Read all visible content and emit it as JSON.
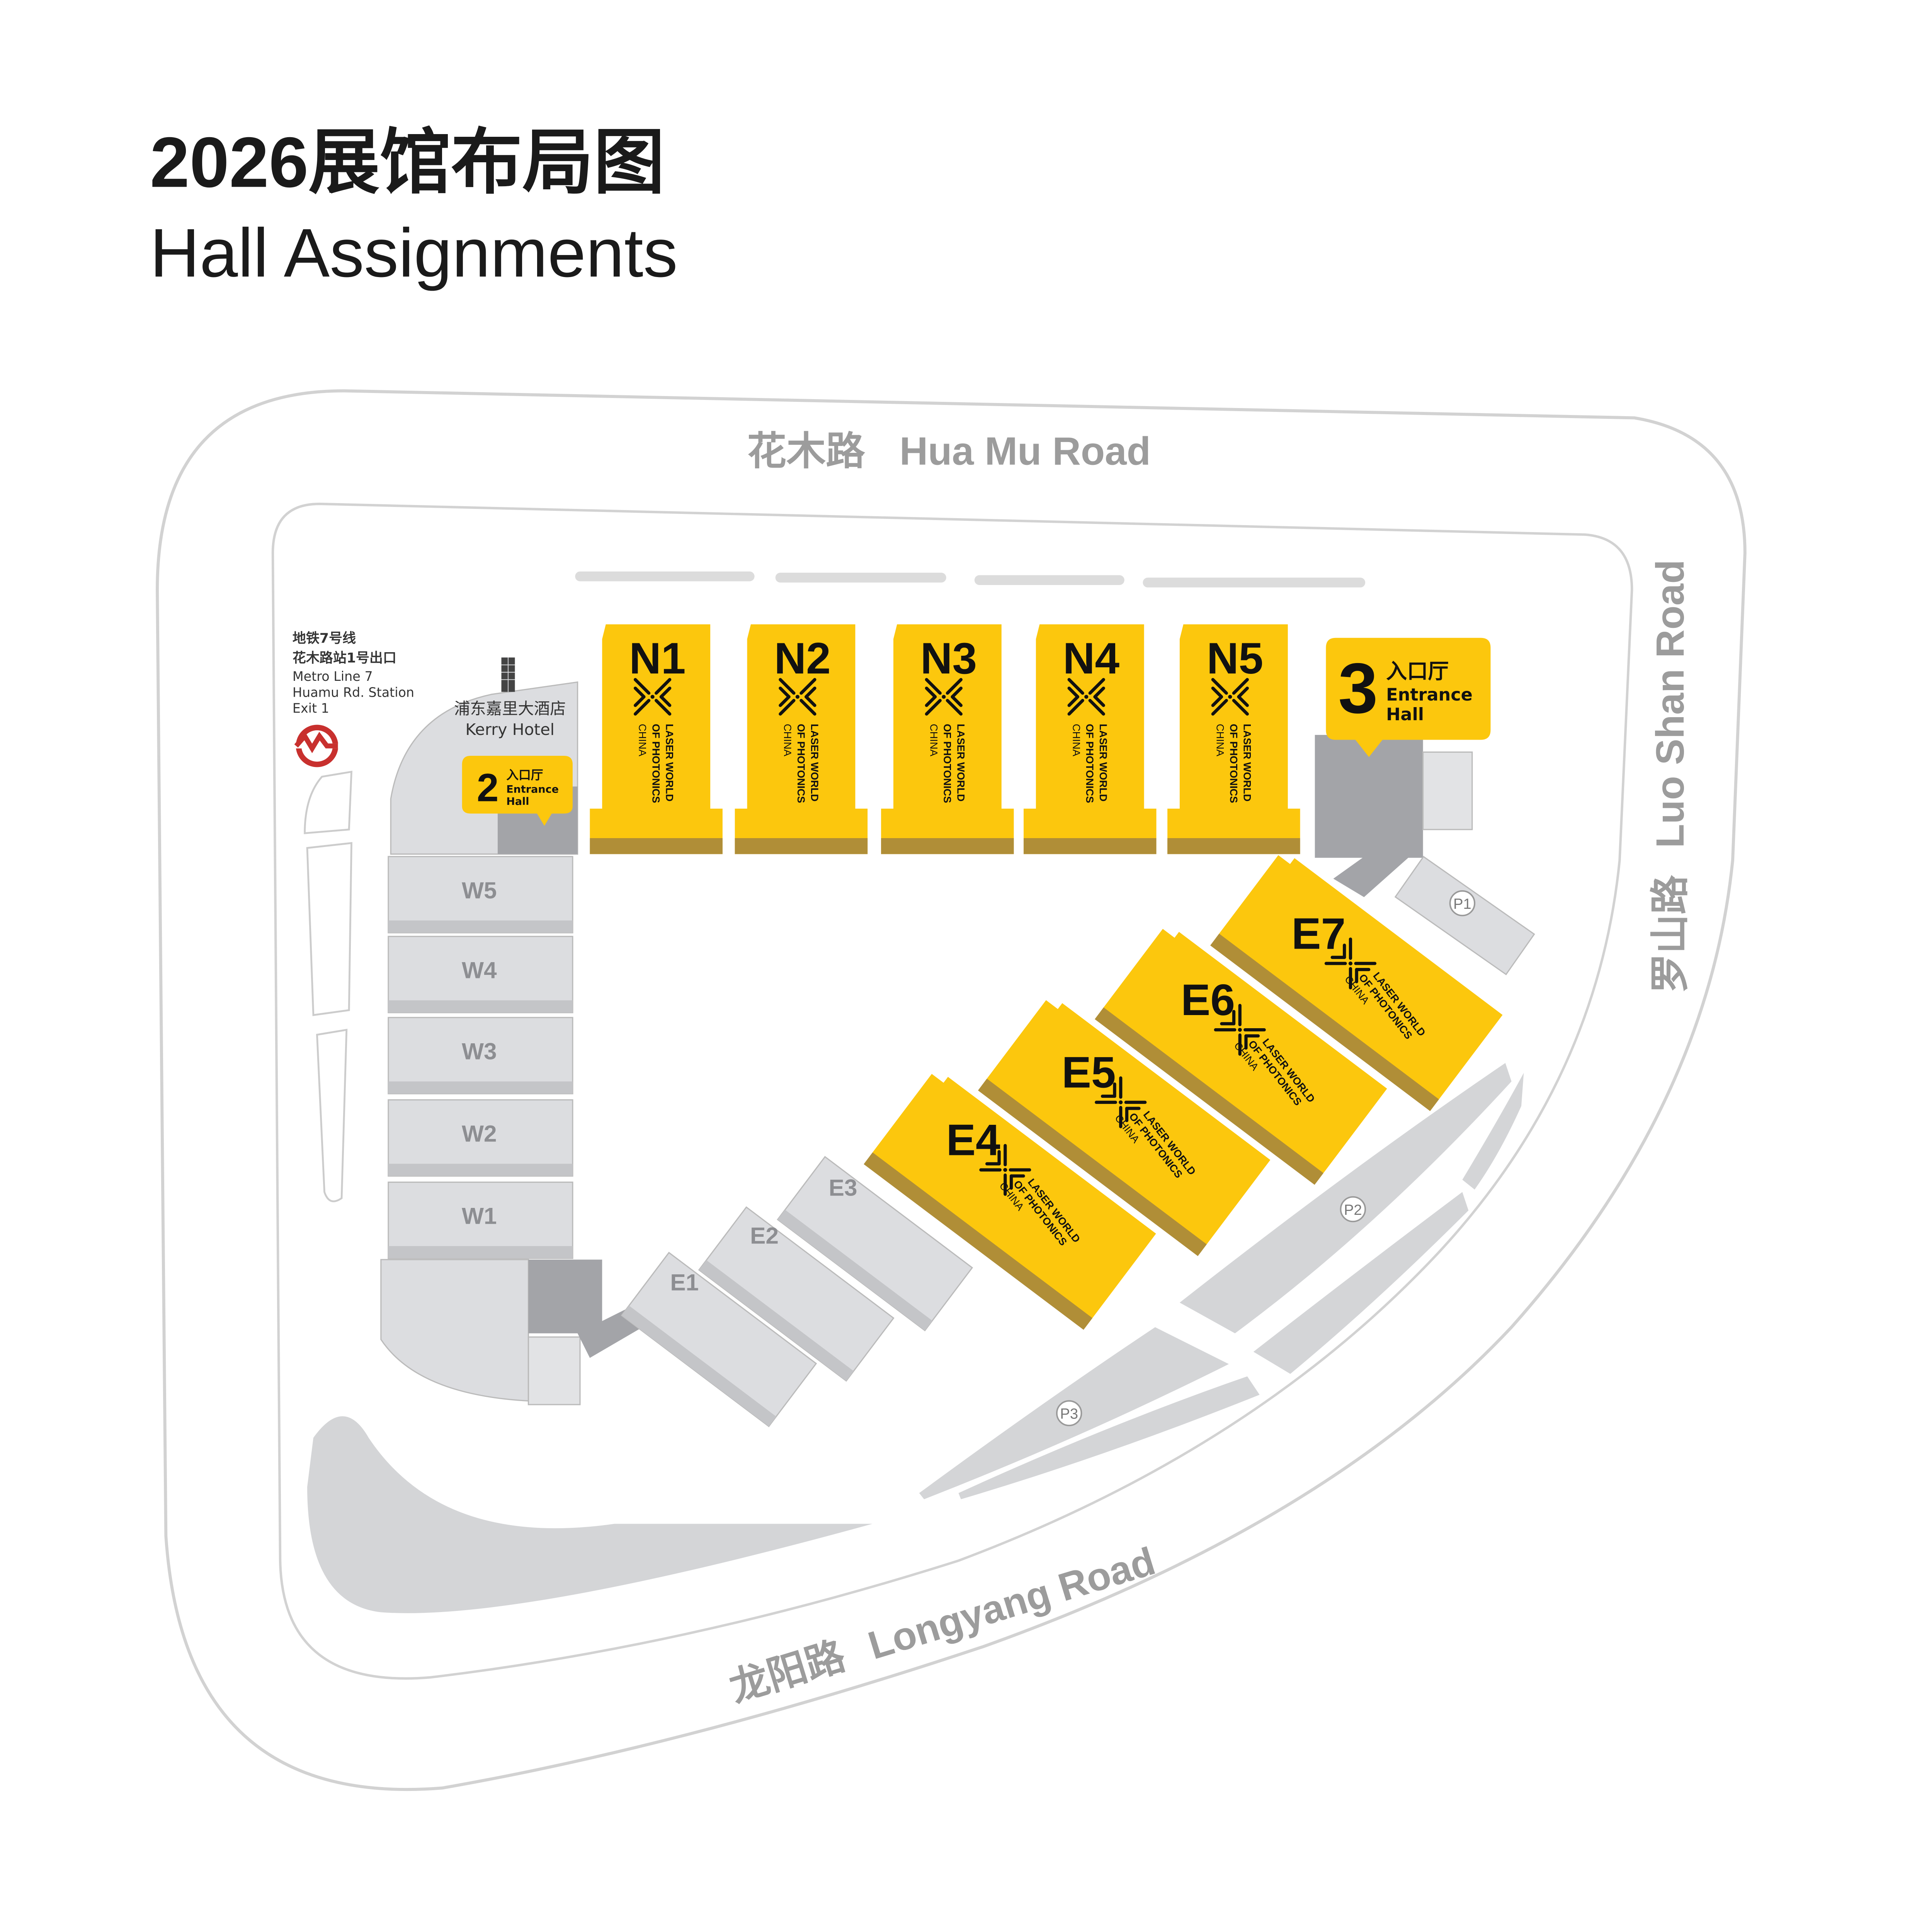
{
  "title": {
    "zh": "2026展馆布局图",
    "en": "Hall Assignments"
  },
  "roads": {
    "north": {
      "zh": "花木路",
      "en": "Hua Mu Road"
    },
    "east": {
      "zh": "罗山路",
      "en": "Luo Shan Road"
    },
    "south": {
      "zh": "龙阳路",
      "en": "Longyang Road"
    }
  },
  "metro": {
    "line_zh": "地铁7号线",
    "exit_zh": "花木路站1号出口",
    "line_en": "Metro Line 7",
    "station_en": "Huamu Rd. Station",
    "exit_en": "Exit 1",
    "icon": "shanghai-metro-logo",
    "color": "#c8302e"
  },
  "hotel": {
    "zh": "浦东嘉里大酒店",
    "en": "Kerry Hotel",
    "icon": "building-icon"
  },
  "entrances": [
    {
      "number": "2",
      "zh": "入口厅",
      "en1": "Entrance",
      "en2": "Hall"
    },
    {
      "number": "3",
      "zh": "入口厅",
      "en1": "Entrance",
      "en2": "Hall"
    }
  ],
  "brand": {
    "line1": "LASER WORLD",
    "line2": "OF PHOTONICS",
    "line3": "CHINA",
    "accent": "#fcc70d"
  },
  "halls_north": [
    "N1",
    "N2",
    "N3",
    "N4",
    "N5"
  ],
  "halls_east_active": [
    "E4",
    "E5",
    "E6",
    "E7"
  ],
  "halls_east_inactive": [
    "E1",
    "E2",
    "E3"
  ],
  "halls_west": [
    "W5",
    "W4",
    "W3",
    "W2",
    "W1"
  ],
  "parking": [
    "P1",
    "P2",
    "P3"
  ]
}
